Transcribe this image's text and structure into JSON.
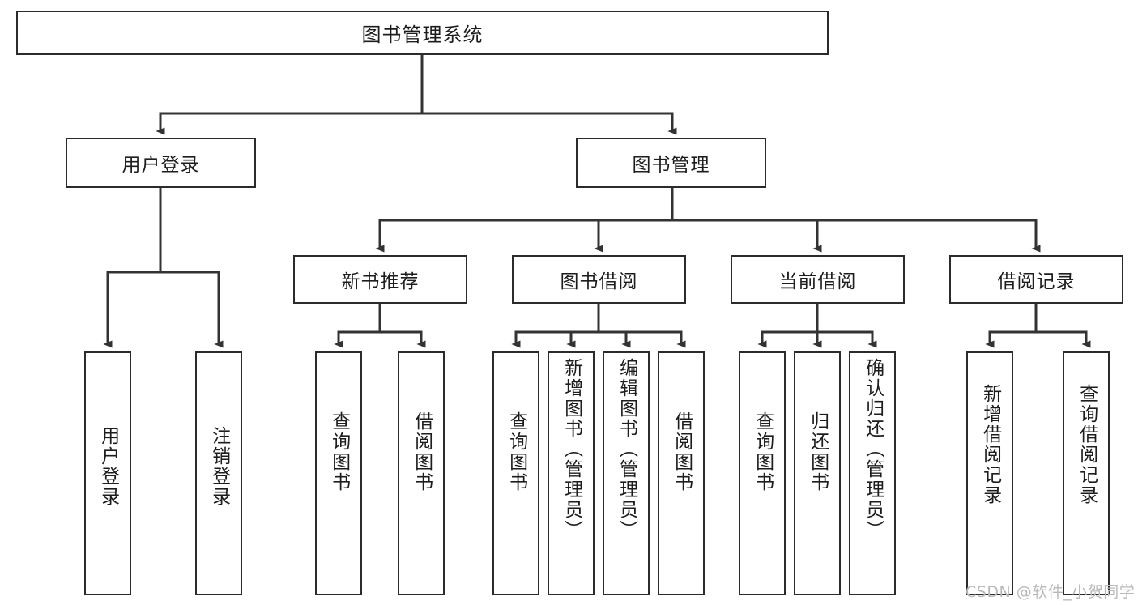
{
  "diagram": {
    "type": "tree-hierarchy",
    "title": "图书管理系统",
    "watermark": "CSDN @软件_小贺同学",
    "colors": {
      "box_border": "#2b2b2b",
      "box_fill": "#ffffff",
      "edge": "#333333",
      "text": "#1d1d1d",
      "watermark": "#b9b9b9",
      "background": "#ffffff"
    },
    "nodes": {
      "root": {
        "label": "图书管理系统",
        "level": 0,
        "orientation": "horizontal"
      },
      "user_login": {
        "label": "用户登录",
        "level": 1,
        "orientation": "horizontal"
      },
      "book_manage": {
        "label": "图书管理",
        "level": 1,
        "orientation": "horizontal"
      },
      "new_book_rec": {
        "label": "新书推荐",
        "level": 2,
        "orientation": "horizontal"
      },
      "book_borrow": {
        "label": "图书借阅",
        "level": 2,
        "orientation": "horizontal"
      },
      "current_borrow": {
        "label": "当前借阅",
        "level": 2,
        "orientation": "horizontal"
      },
      "borrow_record": {
        "label": "借阅记录",
        "level": 2,
        "orientation": "horizontal"
      },
      "leaf_user_login": {
        "label": "用户登录",
        "level": 3,
        "orientation": "vertical"
      },
      "leaf_logout": {
        "label": "注销登录",
        "level": 3,
        "orientation": "vertical"
      },
      "leaf_query_book_1": {
        "label": "查询图书",
        "level": 3,
        "orientation": "vertical"
      },
      "leaf_borrow_book_1": {
        "label": "借阅图书",
        "level": 3,
        "orientation": "vertical"
      },
      "leaf_query_book_2": {
        "label": "查询图书",
        "level": 3,
        "orientation": "vertical"
      },
      "leaf_add_book": {
        "label": "新增图书（管理员）",
        "level": 3,
        "orientation": "vertical"
      },
      "leaf_edit_book": {
        "label": "编辑图书（管理员）",
        "level": 3,
        "orientation": "vertical"
      },
      "leaf_borrow_book_2": {
        "label": "借阅图书",
        "level": 3,
        "orientation": "vertical"
      },
      "leaf_query_book_3": {
        "label": "查询图书",
        "level": 3,
        "orientation": "vertical"
      },
      "leaf_return_book": {
        "label": "归还图书",
        "level": 3,
        "orientation": "vertical"
      },
      "leaf_confirm_return": {
        "label": "确认归还（管理员）",
        "level": 3,
        "orientation": "vertical"
      },
      "leaf_add_record": {
        "label": "新增借阅记录",
        "level": 3,
        "orientation": "vertical"
      },
      "leaf_query_record": {
        "label": "查询借阅记录",
        "level": 3,
        "orientation": "vertical"
      }
    },
    "edges": [
      {
        "from": "root",
        "to": "user_login"
      },
      {
        "from": "root",
        "to": "book_manage"
      },
      {
        "from": "user_login",
        "to": "leaf_user_login"
      },
      {
        "from": "user_login",
        "to": "leaf_logout"
      },
      {
        "from": "book_manage",
        "to": "new_book_rec"
      },
      {
        "from": "book_manage",
        "to": "book_borrow"
      },
      {
        "from": "book_manage",
        "to": "current_borrow"
      },
      {
        "from": "book_manage",
        "to": "borrow_record"
      },
      {
        "from": "new_book_rec",
        "to": "leaf_query_book_1"
      },
      {
        "from": "new_book_rec",
        "to": "leaf_borrow_book_1"
      },
      {
        "from": "book_borrow",
        "to": "leaf_query_book_2"
      },
      {
        "from": "book_borrow",
        "to": "leaf_add_book"
      },
      {
        "from": "book_borrow",
        "to": "leaf_edit_book"
      },
      {
        "from": "book_borrow",
        "to": "leaf_borrow_book_2"
      },
      {
        "from": "current_borrow",
        "to": "leaf_query_book_3"
      },
      {
        "from": "current_borrow",
        "to": "leaf_return_book"
      },
      {
        "from": "current_borrow",
        "to": "leaf_confirm_return"
      },
      {
        "from": "borrow_record",
        "to": "leaf_add_record"
      },
      {
        "from": "borrow_record",
        "to": "leaf_query_record"
      }
    ]
  }
}
